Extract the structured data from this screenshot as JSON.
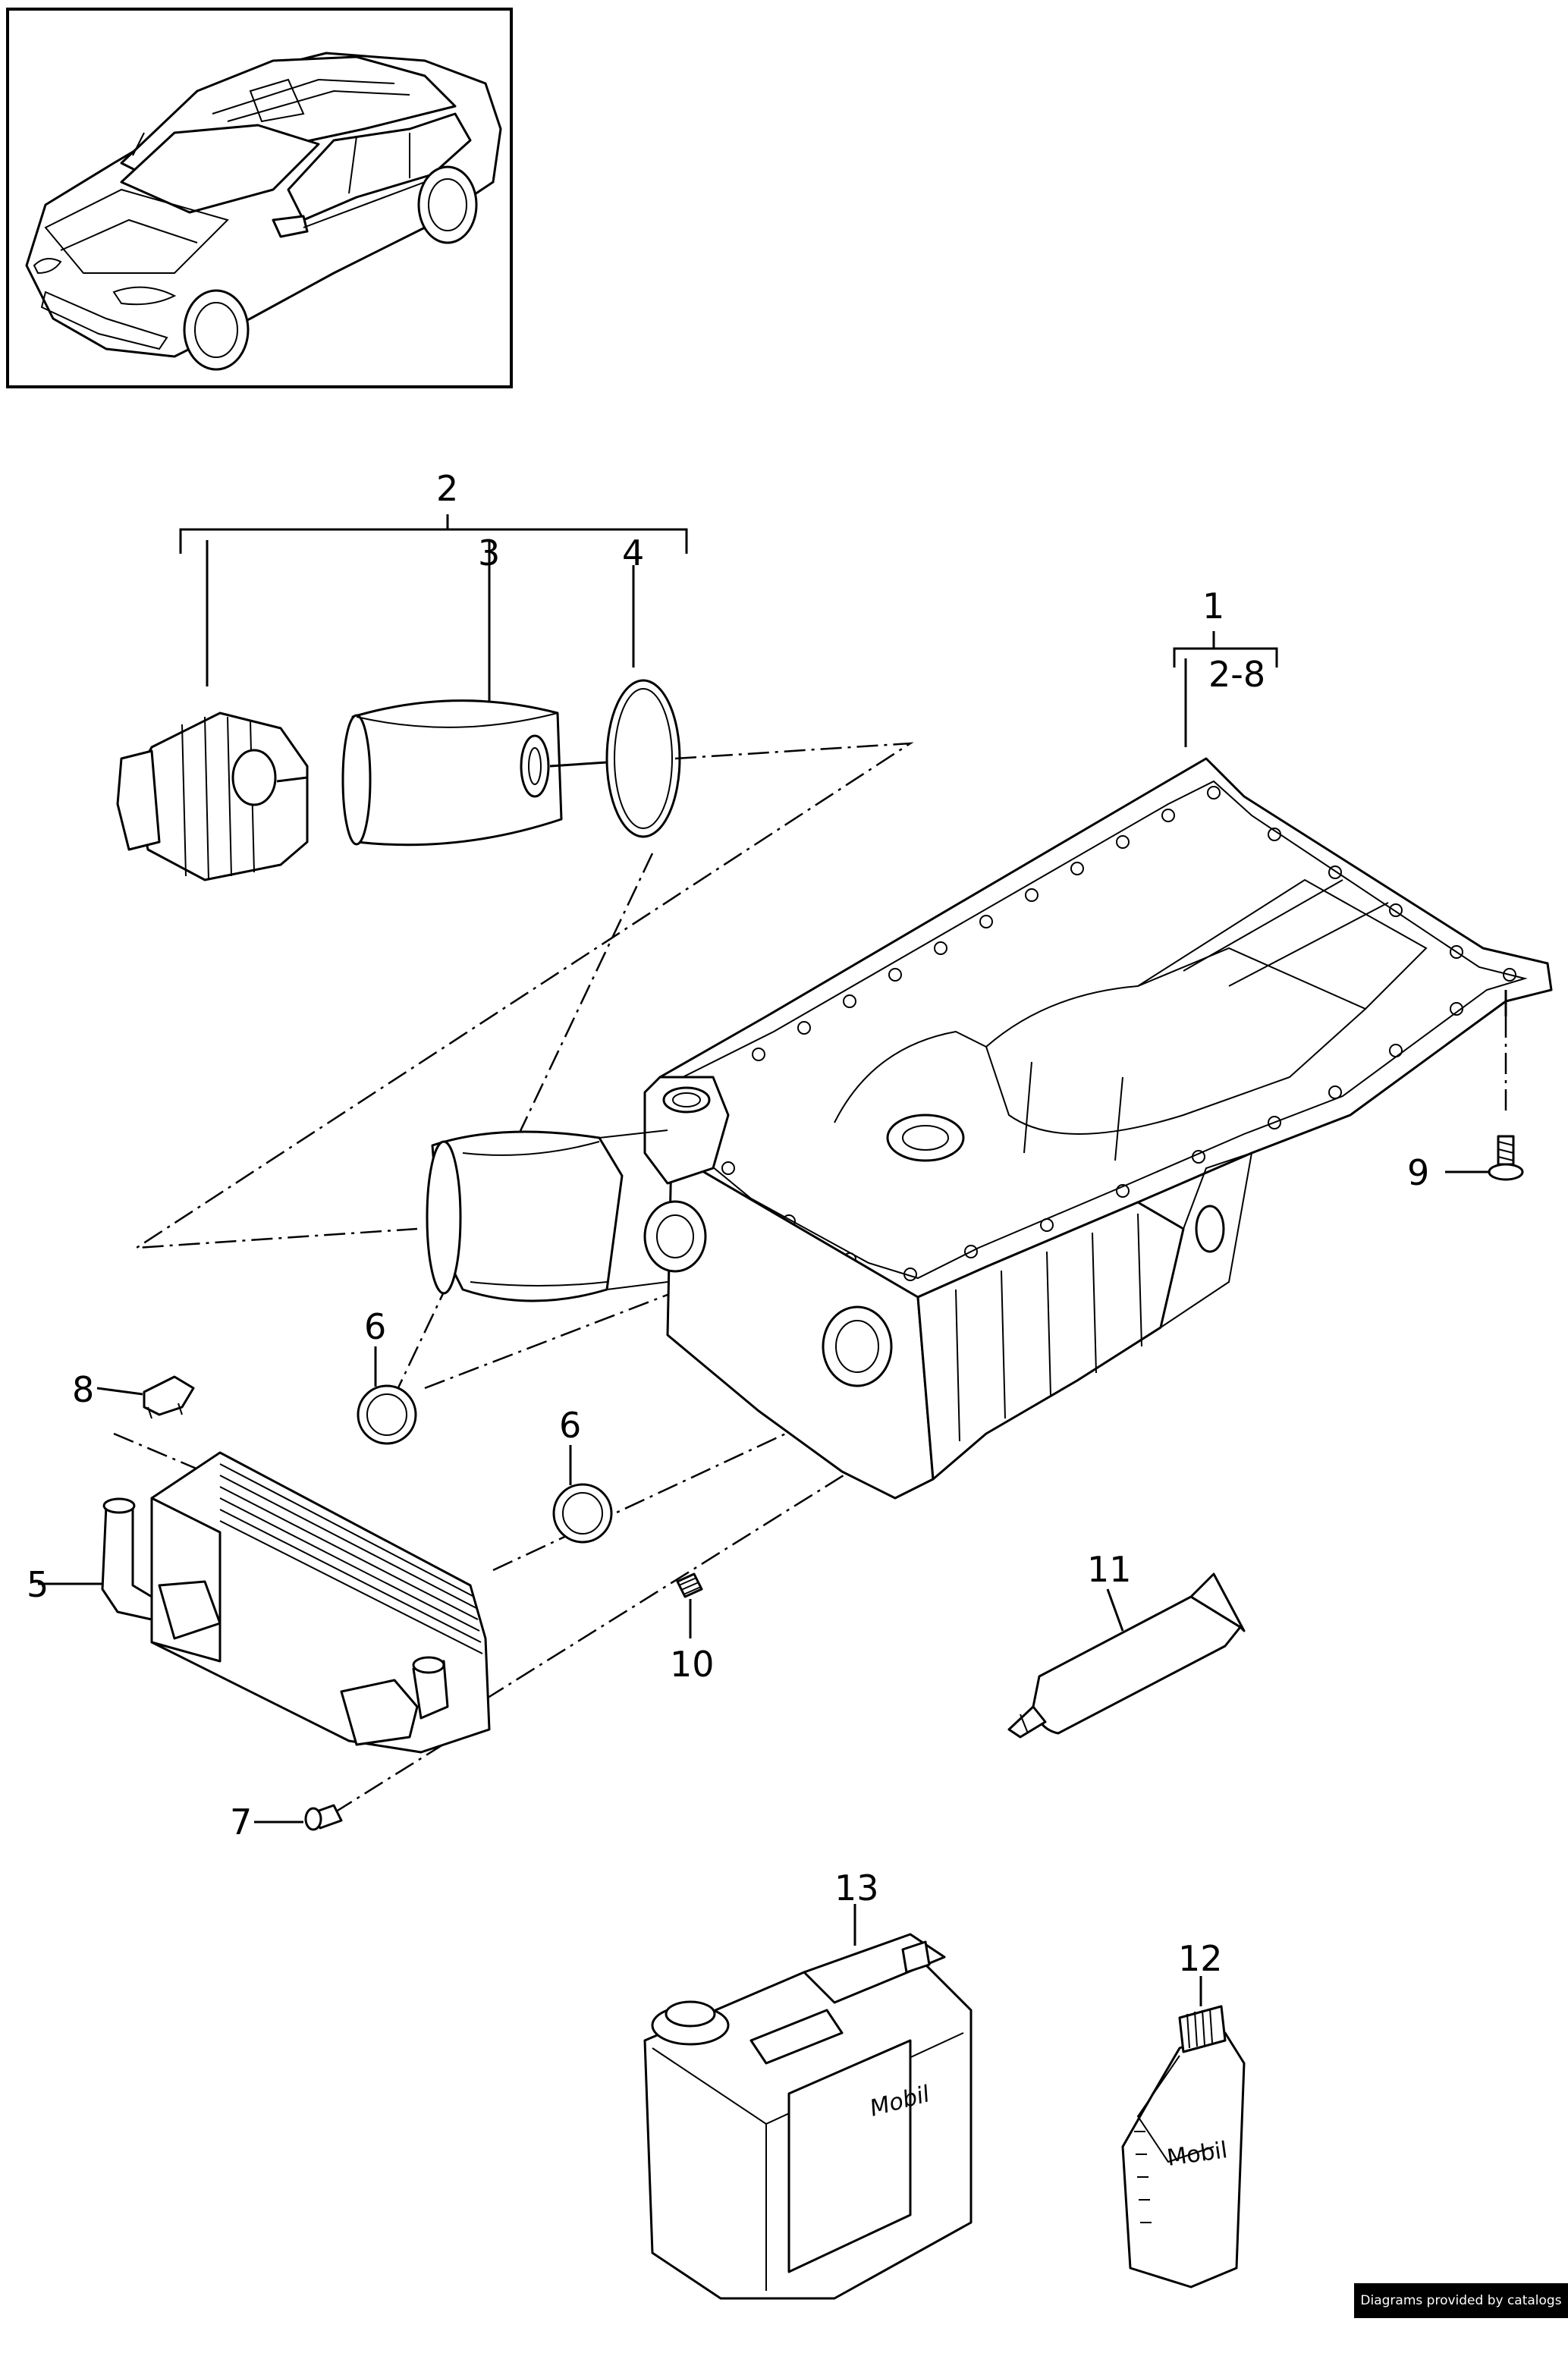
{
  "callouts": {
    "c1": "1",
    "c2": "2",
    "c2_8": "2-8",
    "c3": "3",
    "c4": "4",
    "c5": "5",
    "c6a": "6",
    "c6b": "6",
    "c7": "7",
    "c8": "8",
    "c9": "9",
    "c10": "10",
    "c11": "11",
    "c12": "12",
    "c13": "13"
  },
  "labels": {
    "canister_brand": "Mobil",
    "bottle_brand": "Mobil"
  },
  "credit": "Diagrams provided by catalogs parts",
  "icons": {
    "vehicle": "suv-vehicle-illustration"
  }
}
